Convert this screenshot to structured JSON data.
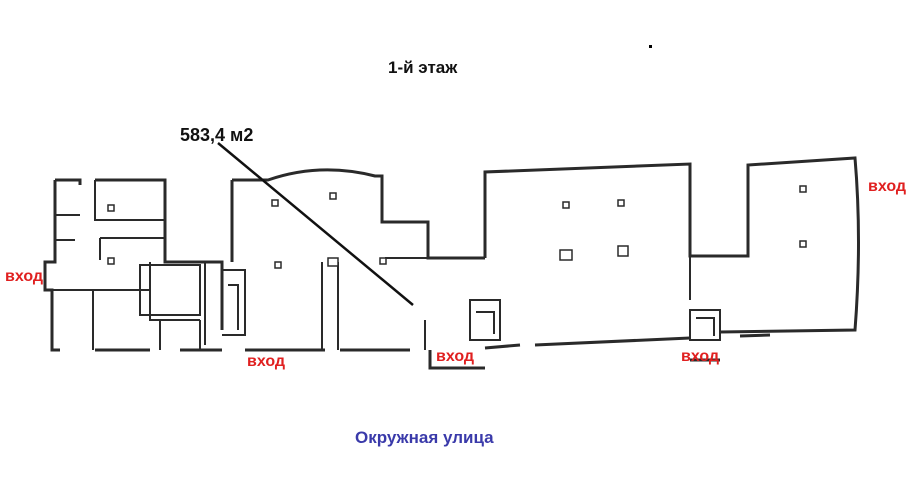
{
  "floor_title": "1-й этаж",
  "area_label": "583,4 м2",
  "street_label": "Окружная улица",
  "entrances": [
    "вход",
    "вход",
    "вход",
    "вход",
    "вход"
  ],
  "colors": {
    "entrance": "#e02020",
    "street": "#3a3aaa",
    "walls": "#2a2a2a",
    "text": "#111111"
  }
}
